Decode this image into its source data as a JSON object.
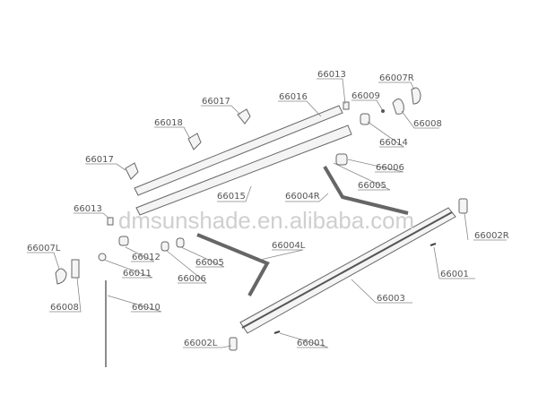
{
  "watermark": "dmsunshade.en.alibaba.com",
  "labels": {
    "p66013a": "66013",
    "p66007R": "66007R",
    "p66009": "66009",
    "p66017a": "66017",
    "p66016": "66016",
    "p66018": "66018",
    "p66008a": "66008",
    "p66014": "66014",
    "p66017b": "66017",
    "p66006a": "66006",
    "p66005a": "66005",
    "p66013b": "66013",
    "p66015": "66015",
    "p66004R": "66004R",
    "p66002R": "66002R",
    "p66007L": "66007L",
    "p66012": "66012",
    "p66005b": "66005",
    "p66004L": "66004L",
    "p66011": "66011",
    "p66006b": "66006",
    "p66001a": "66001",
    "p66008b": "66008",
    "p66010": "66010",
    "p66003": "66003",
    "p66002L": "66002L",
    "p66001b": "66001"
  }
}
